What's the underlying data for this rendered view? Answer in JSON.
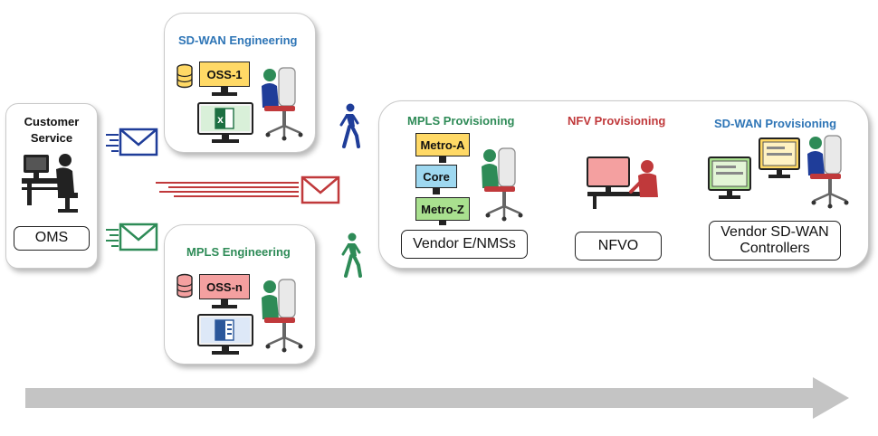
{
  "colors": {
    "blue_heading": "#2e75b6",
    "green_heading": "#2e8b57",
    "red_heading": "#c0393b",
    "envelope_blue": "#1f3d99",
    "envelope_green": "#2e8b57",
    "envelope_red": "#c0393b",
    "oss1_fill": "#ffd966",
    "ossn_fill": "#f4a0a0",
    "metro_fill": "#ffd966",
    "core_fill": "#9ed8f0",
    "metroz_fill": "#a9e08f",
    "flow_arrow": "#c4c4c4"
  },
  "customer_service": {
    "title": "Customer Service",
    "system": "OMS"
  },
  "sdwan_engineering": {
    "title": "SD-WAN Engineering",
    "system": "OSS-1",
    "icons": [
      "database-icon",
      "excel-monitor-icon",
      "engineer-at-chair-icon"
    ]
  },
  "mpls_engineering": {
    "title": "MPLS Engineering",
    "system": "OSS-n",
    "icons": [
      "database-icon",
      "word-monitor-icon",
      "engineer-at-chair-icon"
    ]
  },
  "provisioning": {
    "mpls": {
      "title": "MPLS Provisioning",
      "stack": [
        "Metro-A",
        "Core",
        "Metro-Z"
      ],
      "system": "Vendor E/NMSs"
    },
    "nfv": {
      "title": "NFV Provisioning",
      "system": "NFVO"
    },
    "sdwan": {
      "title": "SD-WAN Provisioning",
      "system": "Vendor SD-WAN Controllers"
    }
  }
}
